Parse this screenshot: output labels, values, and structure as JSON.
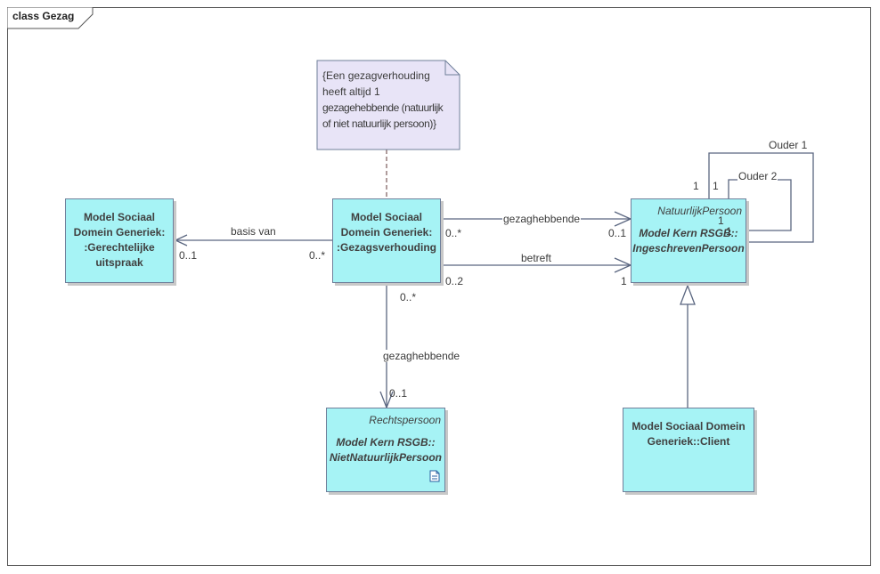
{
  "frame": {
    "title": "class Gezag"
  },
  "classes": {
    "uitspraak": {
      "lines": [
        "Model Sociaal",
        "Domein Generiek:",
        ":Gerechtelijke",
        "uitspraak"
      ]
    },
    "gezagsverhouding": {
      "lines": [
        "Model Sociaal",
        "Domein Generiek:",
        ":Gezagsverhouding"
      ]
    },
    "persoon": {
      "stereotype": "NatuurlijkPersoon",
      "lines": [
        "Model Kern RSGB::",
        "IngeschrevenPersoon"
      ]
    },
    "rechtspersoon": {
      "stereotype": "Rechtspersoon",
      "lines": [
        "Model Kern RSGB::",
        "NietNatuurlijkPersoon"
      ]
    },
    "client": {
      "lines": [
        "Model Sociaal Domein",
        "Generiek::Client"
      ]
    }
  },
  "note": {
    "lines": [
      "{Een gezagverhouding",
      "heeft altijd 1",
      "gezagehebbende (natuurlijk",
      "of niet natuurlijk persoon)}"
    ]
  },
  "associations": {
    "basis_van": {
      "label": "basis van",
      "source_mult": "0..*",
      "target_mult": "0..1"
    },
    "gezaghebbende_persoon": {
      "label": "gezaghebbende",
      "source_mult": "0..*",
      "target_mult": "0..1"
    },
    "betreft": {
      "label": "betreft",
      "source_mult": "0..2",
      "target_mult": "1"
    },
    "gezaghebbende_rechtspersoon": {
      "label": "gezaghebbende",
      "source_mult": "0..*",
      "target_mult": "0..1"
    },
    "ouder1": {
      "label": "Ouder 1",
      "mult_a": "1",
      "mult_b": "1"
    },
    "ouder2": {
      "label": "Ouder 2",
      "mult_a": "1",
      "mult_b": "1"
    }
  },
  "colors": {
    "class_fill": "#a6f3f5",
    "note_fill": "#e8e4f7",
    "line": "#5a6680"
  }
}
